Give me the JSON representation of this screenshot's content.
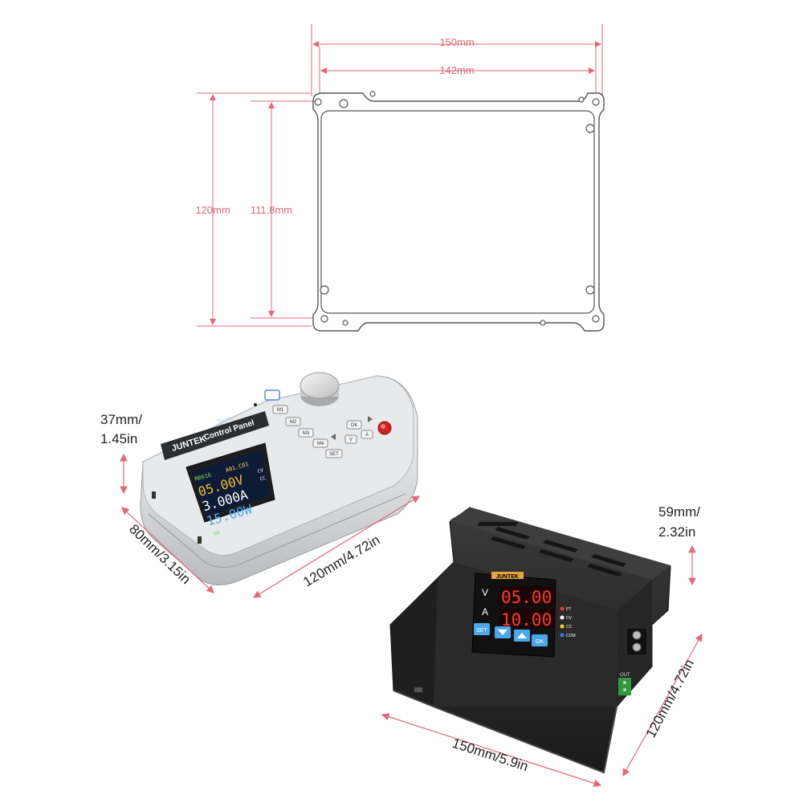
{
  "outline": {
    "width_outer": "150mm",
    "width_inner": "142mm",
    "height_outer": "120mm",
    "height_inner": "111.8mm"
  },
  "control_panel": {
    "height_mm": "37mm/",
    "height_in": "1.45in",
    "depth": "80mm/3.15in",
    "width": "120mm/4.72in",
    "brand": "JUNTEK",
    "title_line1": "DPM",
    "title_line2": "Control Panel",
    "series": "Series",
    "screen": {
      "model": "M0616",
      "group": "A01.C01",
      "voltage": "05.00V",
      "current": "3.000A",
      "power": "15.00W",
      "mode_cv": "CV",
      "mode_cc": "CC",
      "status": "ON"
    },
    "buttons": {
      "m1": "M1",
      "m2": "M2",
      "m3": "M3",
      "m4": "M4",
      "set": "SET",
      "ok": "OK",
      "v": "V",
      "a": "A"
    }
  },
  "power_module": {
    "height_mm": "59mm/",
    "height_in": "2.32in",
    "depth": "120mm/4.72in",
    "width": "150mm/5.9in",
    "brand": "JUNTEK",
    "display_voltage": "05.00",
    "display_current": "10.00",
    "label_v": "V",
    "label_a": "A",
    "indicators": [
      "PT",
      "CV",
      "CC",
      "COM"
    ],
    "btn_set": "SET",
    "btn_ok": "OK",
    "out_label": "OUT"
  },
  "colors": {
    "dimension": "#e0697a",
    "label": "#222222",
    "casing_dark": "#2b2b2b",
    "casing_silver": "#d9dadc"
  }
}
